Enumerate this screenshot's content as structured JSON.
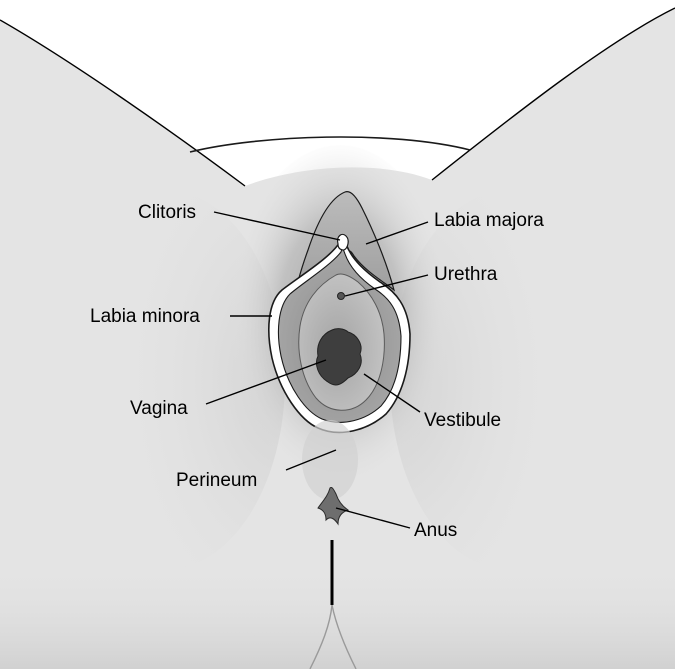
{
  "labels": {
    "clitoris": "Clitoris",
    "labia_majora": "Labia majora",
    "urethra": "Urethra",
    "labia_minora": "Labia minora",
    "vagina": "Vagina",
    "vestibule": "Vestibule",
    "perineum": "Perineum",
    "anus": "Anus"
  },
  "colors": {
    "skin": "#e4e4e4",
    "skin_shadow": "#bdbdbd",
    "outline": "#1a1a1a",
    "minora_fill": "#9a9a9a",
    "vestibule_fill": "#b8b8b8",
    "vagina_fill": "#3e3e3e",
    "text": "#000000"
  }
}
